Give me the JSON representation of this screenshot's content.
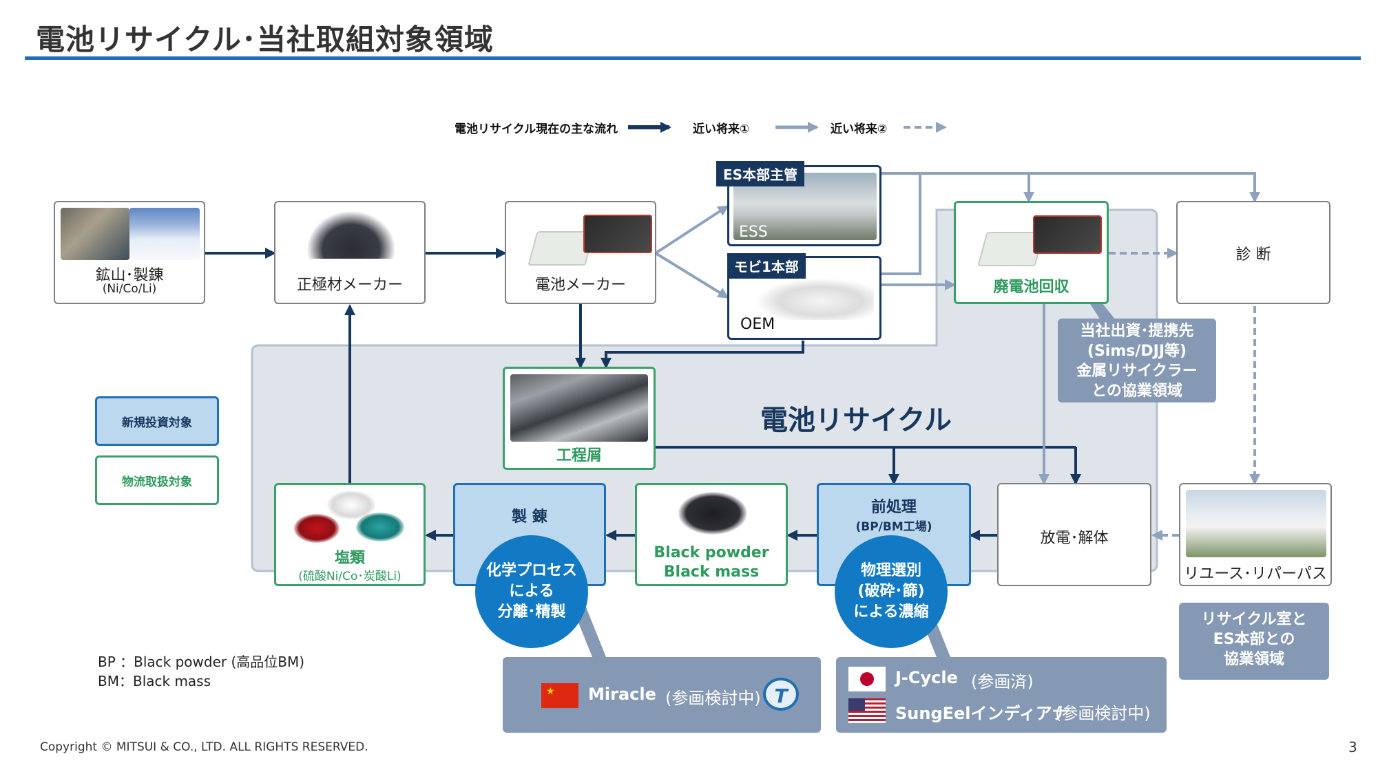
{
  "title": "電池リサイクル･当社取組対象領域",
  "legend": {
    "current": "電池リサイクル現在の主な流れ",
    "future1": "近い将来①",
    "future2": "近い将来②"
  },
  "nodes": {
    "mining": {
      "label": "鉱山･製錬",
      "sub": "(Ni/Co/Li)"
    },
    "cathode": {
      "label": "正極材メーカー"
    },
    "battery_maker": {
      "label": "電池メーカー"
    },
    "ess": {
      "tag": "ES本部主管",
      "label": "ESS"
    },
    "oem": {
      "tag": "モビ1本部",
      "label": "OEM"
    },
    "waste_collect": {
      "label": "廃電池回収"
    },
    "diagnosis": {
      "label": "診 断"
    },
    "scrap": {
      "label": "工程屑"
    },
    "salts": {
      "label": "塩類",
      "sub": "(硫酸Ni/Co･炭酸Li)"
    },
    "smelting": {
      "label": "製 錬"
    },
    "black": {
      "line1": "Black powder",
      "line2": "Black mass"
    },
    "pretreat": {
      "label": "前処理",
      "sub": "(BP/BM工場)"
    },
    "discharge": {
      "label": "放電･解体"
    },
    "reuse": {
      "label": "リユース･リパーパス"
    }
  },
  "region_label": "電池リサイクル",
  "key": {
    "new_invest": "新規投資対象",
    "logistics": "物流取扱対象"
  },
  "circles": {
    "chem": [
      "化学プロセス",
      "による",
      "分離･精製"
    ],
    "phys": [
      "物理選別",
      "(破砕･篩)",
      "による濃縮"
    ]
  },
  "notes": {
    "partner": [
      "当社出資･提携先",
      "(Sims/DJJ等)",
      "金属リサイクラー",
      "との協業領域"
    ],
    "recycle_room": [
      "リサイクル室と",
      "ES本部との",
      "協業領域"
    ]
  },
  "abbrev": {
    "bp": "BP ：Black powder (高品位BM)",
    "bm": "BM：Black mass"
  },
  "partners_left": {
    "name": "Miracle",
    "status": "(参画検討中)"
  },
  "partners_right": [
    {
      "name": "J-Cycle",
      "status": "(参画済)"
    },
    {
      "name": "SungEelインディアナ",
      "status": "(参画検討中)"
    }
  ],
  "footer": {
    "copyright": "Copyright © MITSUI & CO., LTD. ALL RIGHTS RESERVED.",
    "page": "3"
  },
  "colors": {
    "navy": "#17375e",
    "blue": "#1f6fb6",
    "green": "#3aa06a",
    "grey_arrow": "#8ea2bd",
    "panel": "#dfe3ea"
  }
}
